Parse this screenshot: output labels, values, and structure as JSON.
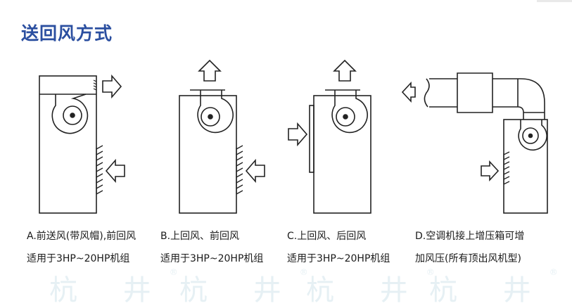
{
  "title": "送回风方式",
  "captions": [
    {
      "line1": "A.前送风(带风帽),前回风",
      "line2": "适用于3HP~20HP机组"
    },
    {
      "line1": "B.上回风、前回风",
      "line2": "适用于3HP~20HP机组"
    },
    {
      "line1": "C.上回风、后回风",
      "line2": "适用于3HP~20HP机组"
    },
    {
      "line1": "D.空调机接上增压箱可增",
      "line2": "加风压(所有顶出风机型)"
    }
  ],
  "watermark": "杭 井",
  "watermark_mark": "®"
}
